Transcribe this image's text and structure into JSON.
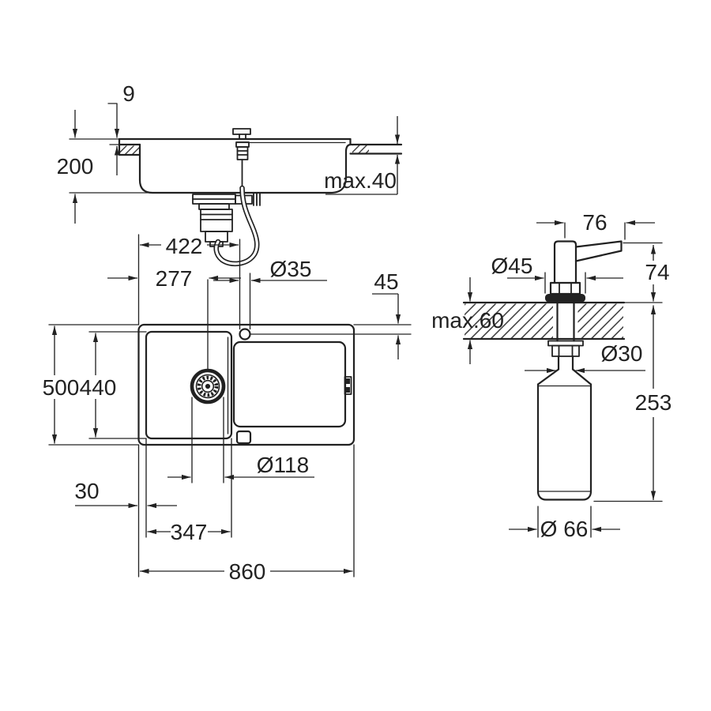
{
  "drawing": {
    "side_view": {
      "rim_height": "9",
      "bowl_depth": "200",
      "max_counter_thickness": "max.40"
    },
    "top_view": {
      "faucet_center_from_left": "422",
      "faucet_hole_diameter": "Ø35",
      "faucet_center_from_back": "45",
      "drain_center_from_left": "277",
      "overall_depth": "500",
      "bowl_inner_depth": "440",
      "drain_cutout_diameter": "Ø118",
      "bowl_offset_left": "30",
      "bowl_inner_width": "347",
      "overall_width": "860"
    },
    "dispenser_view": {
      "spout_reach": "76",
      "flange_diameter": "Ø45",
      "height_above_deck": "74",
      "max_deck_thickness": "max.60",
      "shank_diameter": "Ø30",
      "height_below_deck": "253",
      "bottle_diameter": "Ø 66"
    }
  }
}
